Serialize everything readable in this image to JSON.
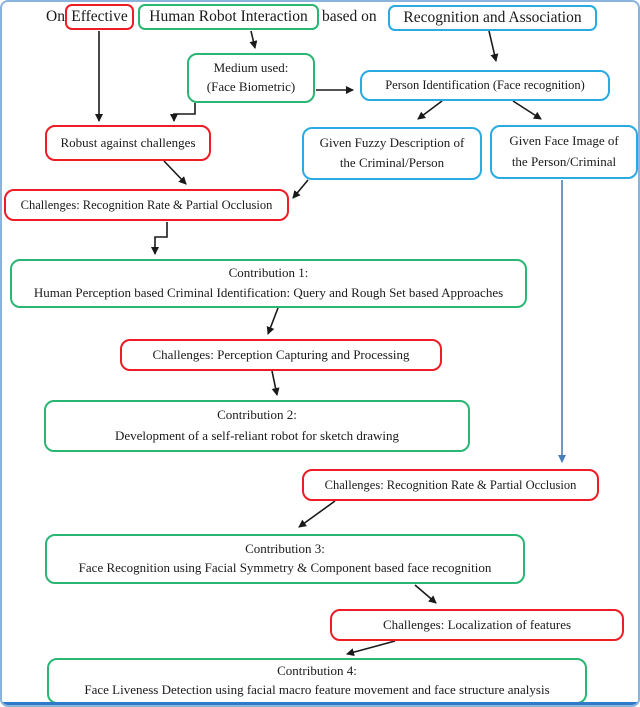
{
  "title_row": {
    "prefix": "On",
    "connector": "based on"
  },
  "nodes": {
    "effective": {
      "label": "Effective"
    },
    "human_robot_interaction": {
      "label": "Human Robot Interaction"
    },
    "recognition_association": {
      "label": "Recognition and Association"
    },
    "medium_used": {
      "line1": "Medium used:",
      "line2": "(Face Biometric)"
    },
    "person_identification": {
      "label": "Person Identification (Face recognition)"
    },
    "robust_challenges": {
      "label": "Robust against challenges"
    },
    "fuzzy_description": {
      "line1": "Given Fuzzy Description of",
      "line2": "the Criminal/Person"
    },
    "face_image": {
      "line1": "Given Face Image of",
      "line2": "the Person/Criminal"
    },
    "challenges_recognition_1": {
      "label": "Challenges: Recognition Rate & Partial Occlusion"
    },
    "contribution1": {
      "line1": "Contribution 1:",
      "line2": "Human Perception based Criminal Identification: Query and Rough Set based Approaches"
    },
    "challenges_perception": {
      "label": "Challenges: Perception Capturing and Processing"
    },
    "contribution2": {
      "line1": "Contribution 2:",
      "line2": "Development of a self-reliant robot for sketch drawing"
    },
    "challenges_recognition_2": {
      "label": "Challenges: Recognition Rate & Partial Occlusion"
    },
    "contribution3": {
      "line1": "Contribution 3:",
      "line2": "Face Recognition using Facial Symmetry & Component based face recognition"
    },
    "challenges_localization": {
      "label": "Challenges: Localization of features"
    },
    "contribution4": {
      "line1": "Contribution 4:",
      "line2": "Face Liveness Detection using facial macro feature movement and face structure analysis"
    }
  },
  "colors": {
    "red": "#ee1c25",
    "green": "#2bb673",
    "blue": "#29abe2",
    "arrow": "#1a1a1a",
    "arrow-blue": "#4a7ebb",
    "frame": "#8ab4dc",
    "bar": "#2e7cc9",
    "ink": "#1a1a1a"
  }
}
